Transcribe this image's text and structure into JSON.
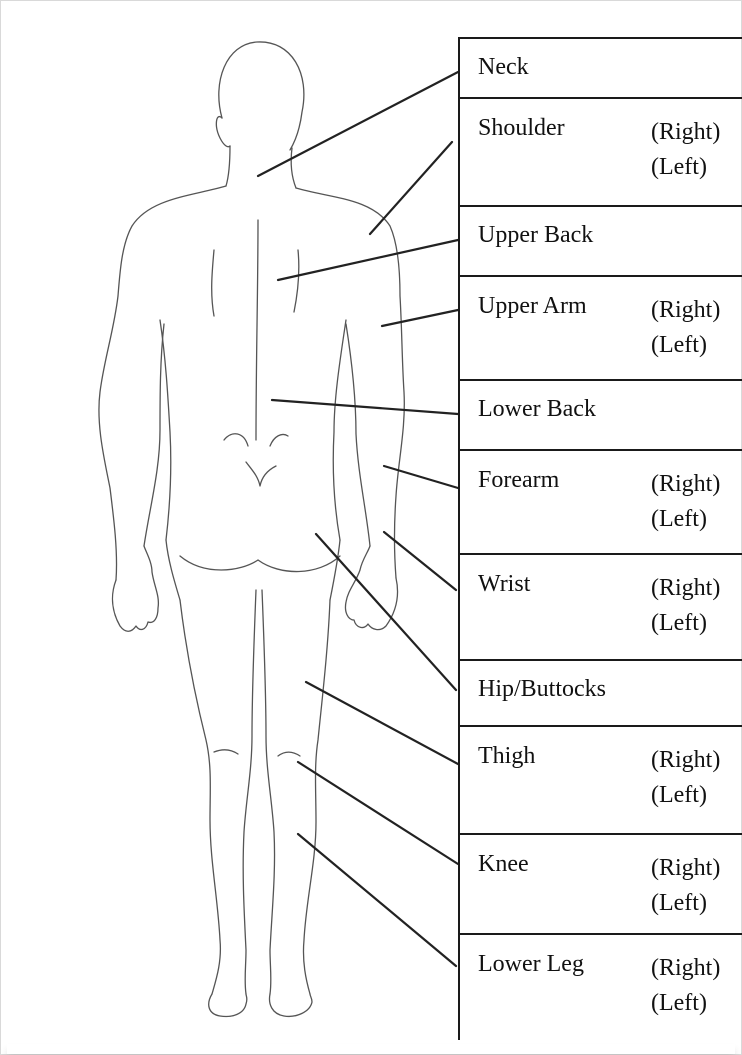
{
  "side_labels": {
    "right": "(Right)",
    "left": "(Left)"
  },
  "regions": [
    {
      "id": "neck",
      "label": "Neck",
      "sided": false
    },
    {
      "id": "shoulder",
      "label": "Shoulder",
      "sided": true
    },
    {
      "id": "upper-back",
      "label": "Upper Back",
      "sided": false
    },
    {
      "id": "upper-arm",
      "label": "Upper Arm",
      "sided": true
    },
    {
      "id": "lower-back",
      "label": "Lower Back",
      "sided": false
    },
    {
      "id": "forearm",
      "label": "Forearm",
      "sided": true
    },
    {
      "id": "wrist",
      "label": "Wrist",
      "sided": true
    },
    {
      "id": "hip-buttocks",
      "label": "Hip/Buttocks",
      "sided": false
    },
    {
      "id": "thigh",
      "label": "Thigh",
      "sided": true
    },
    {
      "id": "knee",
      "label": "Knee",
      "sided": true
    },
    {
      "id": "lower-leg",
      "label": "Lower Leg",
      "sided": true
    }
  ]
}
